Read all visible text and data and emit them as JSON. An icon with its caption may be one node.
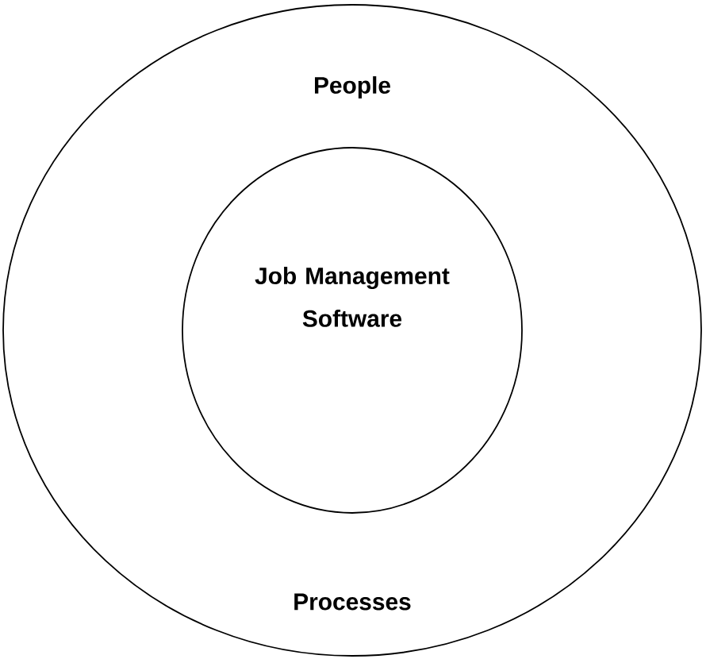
{
  "diagram": {
    "nodes": [
      {
        "text": [
          "People",
          "Processes"
        ]
      },
      {
        "text": [
          "Job Management Software"
        ],
        "in": 0
      }
    ]
  }
}
